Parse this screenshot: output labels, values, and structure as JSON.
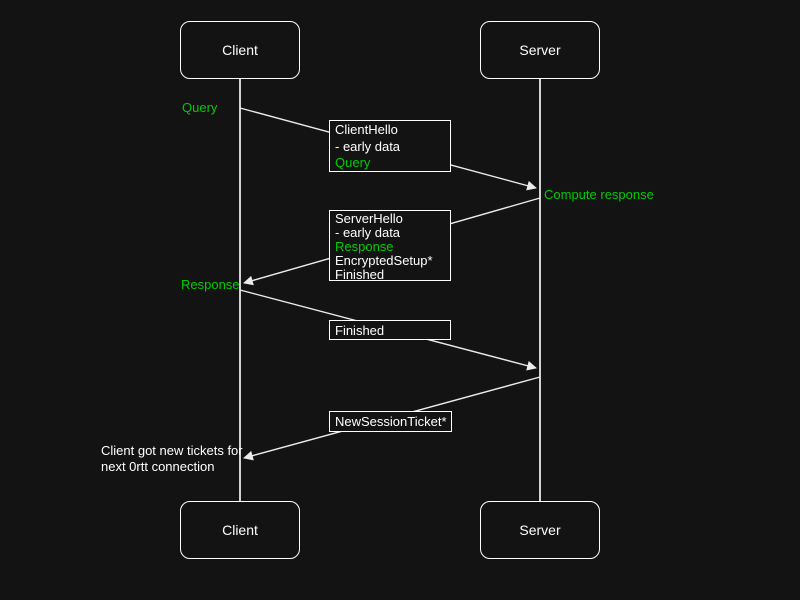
{
  "colors": {
    "background": "#131313",
    "line": "#ececec",
    "box_border": "#ffffff",
    "text": "#ffffff",
    "accent_green": "#00cc00"
  },
  "actors": {
    "client_top": "Client",
    "server_top": "Server",
    "client_bottom": "Client",
    "server_bottom": "Server"
  },
  "labels": {
    "query": "Query",
    "compute_response": "Compute response",
    "response": "Response",
    "note_line1": "Client got new tickets for",
    "note_line2": "next 0rtt connection"
  },
  "message_boxes": {
    "client_hello": {
      "line1": "ClientHello",
      "line2": "- early data",
      "line3": "Query"
    },
    "server_hello": {
      "line1": "ServerHello",
      "line2": "- early data",
      "line3": "Response",
      "line4": "EncryptedSetup*",
      "line5": "Finished"
    },
    "finished": {
      "line1": "Finished"
    },
    "new_session_ticket": {
      "line1": "NewSessionTicket*"
    }
  }
}
